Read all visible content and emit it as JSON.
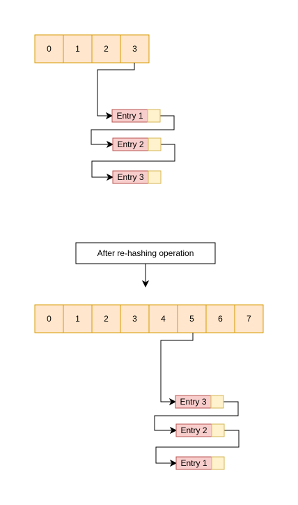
{
  "before": {
    "buckets": [
      "0",
      "1",
      "2",
      "3"
    ],
    "entries": [
      "Entry 1",
      "Entry 2",
      "Entry 3"
    ]
  },
  "operation_label": "After re-hashing operation",
  "after": {
    "buckets": [
      "0",
      "1",
      "2",
      "3",
      "4",
      "5",
      "6",
      "7"
    ],
    "entries": [
      "Entry 3",
      "Entry 2",
      "Entry 1"
    ]
  }
}
